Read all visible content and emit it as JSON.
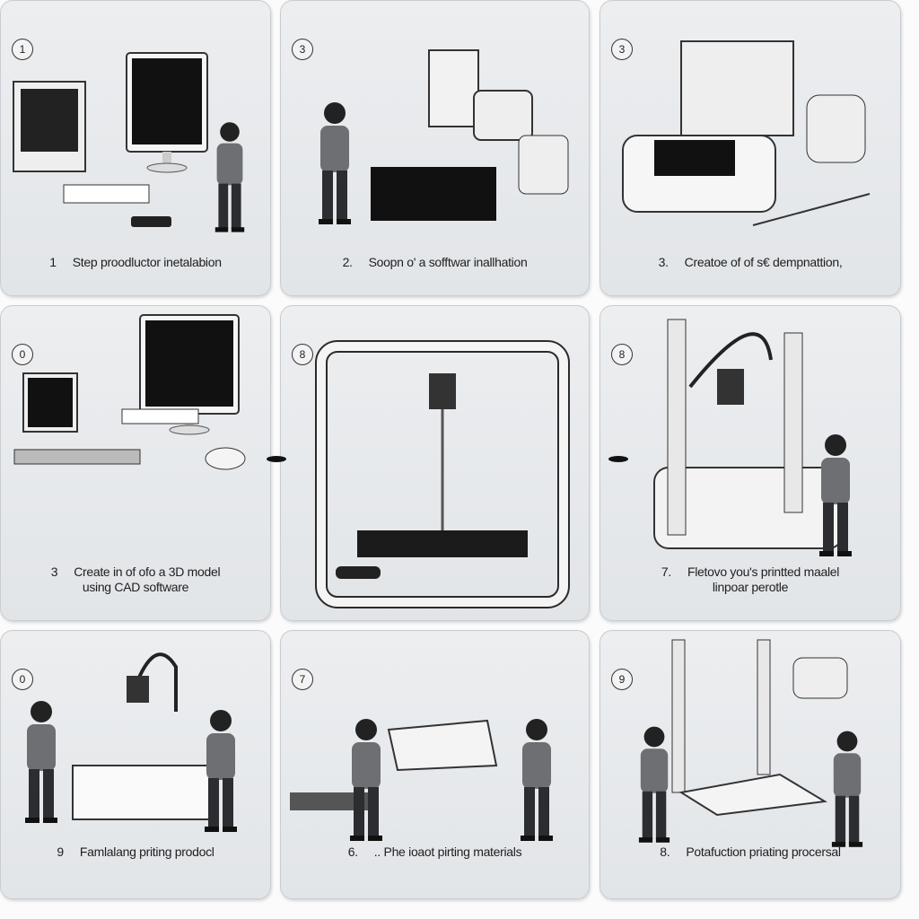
{
  "panels": [
    {
      "badge": "1",
      "number": "1",
      "caption": "Step proodluctor inetalabion"
    },
    {
      "badge": "3",
      "number": "2.",
      "caption": "Soopn o' a sofftwar inallhation"
    },
    {
      "badge": "3",
      "number": "3.",
      "caption": "Creatoe of of s€ dempnattion,"
    },
    {
      "badge": "0",
      "number": "3",
      "caption": "Create in of ofo a 3D model",
      "caption2": "using CAD software"
    },
    {
      "badge": "8",
      "number": "",
      "caption": ""
    },
    {
      "badge": "8",
      "number": "7.",
      "caption": "Fletovo you's printted maalel",
      "caption2": "linpoar perotle"
    },
    {
      "badge": "0",
      "number": "9",
      "caption": "Famlalang priting prodocl"
    },
    {
      "badge": "7",
      "number": "6.",
      "caption": ".. Phe ioaot pirting materials"
    },
    {
      "badge": "9",
      "number": "8.",
      "caption": "Potafuction priating procersal"
    }
  ],
  "colors": {
    "panel": "#e6e8ea",
    "ink": "#1e1e1e",
    "shirt": "#6d6f72",
    "pants": "#2c2d30"
  }
}
